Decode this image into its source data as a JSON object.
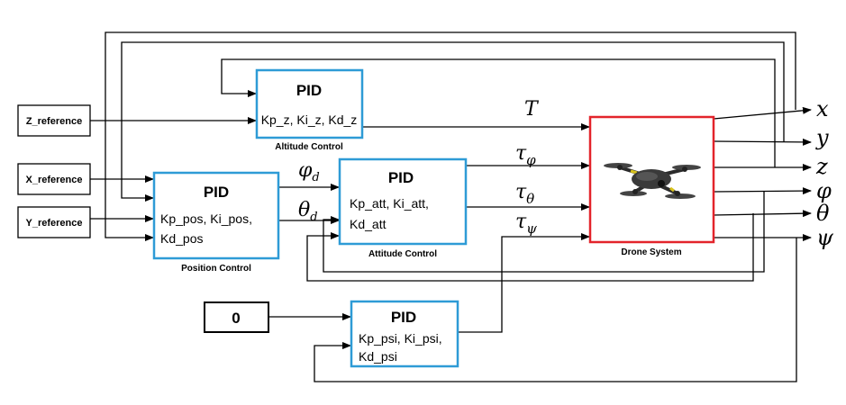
{
  "references": {
    "z": "Z_reference",
    "x": "X_reference",
    "y": "Y_reference",
    "zero": "0"
  },
  "altitude_block": {
    "title": "PID",
    "gains": [
      "Kp_z, Ki_z, Kd_z"
    ],
    "caption": "Altitude Control"
  },
  "position_block": {
    "title": "PID",
    "gains": [
      "Kp_pos, Ki_pos,",
      "Kd_pos"
    ],
    "caption": "Position Control"
  },
  "attitude_block": {
    "title": "PID",
    "gains": [
      "Kp_att, Ki_att,",
      "Kd_att"
    ],
    "caption": "Attitude Control"
  },
  "yaw_block": {
    "title": "PID",
    "gains": [
      "Kp_psi, Ki_psi,",
      "Kd_psi"
    ]
  },
  "drone": {
    "caption": "Drone System"
  },
  "signals": {
    "thrust": "T",
    "tau_phi": "τ",
    "tau_phi_sub": "φ",
    "tau_theta": "τ",
    "tau_theta_sub": "θ",
    "tau_psi": "τ",
    "tau_psi_sub": "ψ",
    "phi_d": "φ",
    "phi_d_sub": "d",
    "theta_d": "θ",
    "theta_d_sub": "d"
  },
  "outputs": [
    "x",
    "y",
    "z",
    "φ",
    "θ",
    "ψ"
  ],
  "colors": {
    "pid_border": "#2e9bd6",
    "drone_border": "#e3242b",
    "line": "#000000"
  }
}
